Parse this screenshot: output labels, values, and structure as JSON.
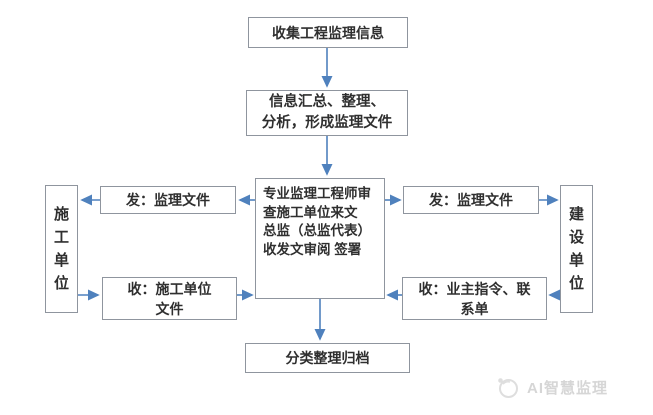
{
  "flowchart": {
    "nodes": {
      "collect": {
        "label": "收集工程监理信息"
      },
      "summarize": {
        "label": "信息汇总、整理、\n分析，形成监理文件"
      },
      "review": {
        "label": "专业监理工程师审\n查施工单位来文\n总监（总监代表）\n收发文审阅 签署"
      },
      "send_left": {
        "label": "发：监理文件"
      },
      "send_right": {
        "label": "发：监理文件"
      },
      "receive_left": {
        "label": "收：施工单位\n文件"
      },
      "receive_right": {
        "label": "收：业主指令、联\n系单"
      },
      "contractor": {
        "label": "施\n工\n单\n位"
      },
      "client": {
        "label": "建\n设\n单\n位"
      },
      "archive": {
        "label": "分类整理归档"
      }
    },
    "edges": [
      {
        "from": "collect",
        "to": "summarize"
      },
      {
        "from": "summarize",
        "to": "review"
      },
      {
        "from": "review",
        "to": "send_left"
      },
      {
        "from": "send_left",
        "to": "contractor"
      },
      {
        "from": "contractor",
        "to": "receive_left"
      },
      {
        "from": "receive_left",
        "to": "review"
      },
      {
        "from": "review",
        "to": "send_right"
      },
      {
        "from": "send_right",
        "to": "client"
      },
      {
        "from": "client",
        "to": "receive_right"
      },
      {
        "from": "receive_right",
        "to": "review"
      },
      {
        "from": "review",
        "to": "archive"
      }
    ],
    "colors": {
      "arrow": "#4f81bd",
      "box_border": "#8f959e",
      "box_text": "#2f2f2f",
      "background": "#ffffff"
    }
  },
  "watermark": {
    "label": "AI智慧监理",
    "color": "#d6d6d6",
    "logo_icon": "ai-wisdom-logo"
  }
}
